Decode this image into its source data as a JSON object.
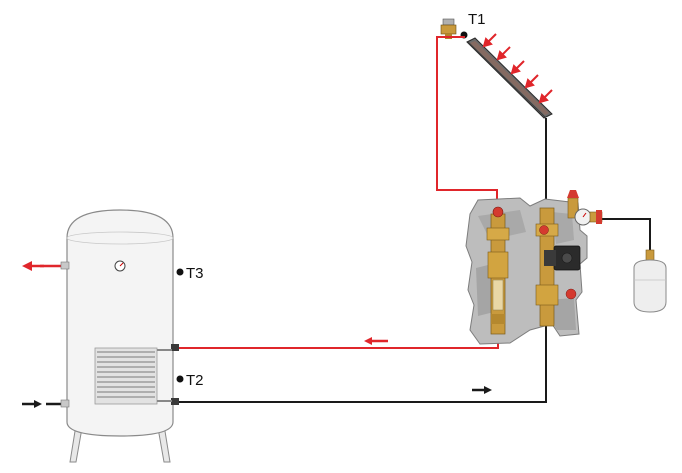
{
  "sensors": {
    "t1": "T1",
    "t2": "T2",
    "t3": "T3"
  },
  "colors": {
    "hot_line": "#e0262b",
    "cold_line": "#1a1a1a",
    "tank_body": "#f3f3f3",
    "tank_outline": "#8a8a8a",
    "insulation": "#b8b8b8",
    "brass": "#c99a3d",
    "valve_red": "#d43a2f"
  },
  "icons": {
    "collector": "solar-collector-icon",
    "sun_rays": "sunlight-arrow-icon",
    "tank": "storage-tank-icon",
    "coil": "heat-exchanger-coil-icon",
    "station": "pump-station-icon",
    "expansion": "expansion-vessel-icon",
    "gauge": "thermometer-gauge-icon",
    "air_vent": "air-vent-icon"
  }
}
